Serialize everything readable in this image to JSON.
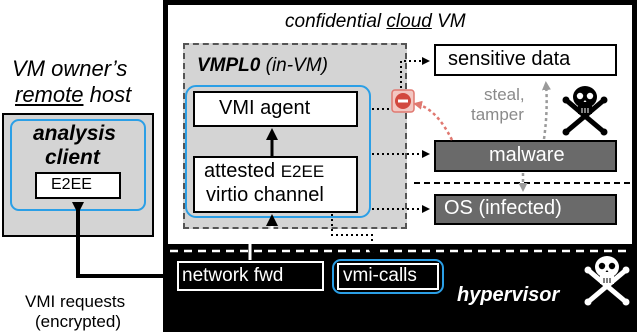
{
  "left": {
    "heading_line1": "VM owner’s",
    "heading_remote": "remote",
    "heading_host": " host",
    "client_line1": "analysis",
    "client_line2": "client",
    "e2ee": "E2EE",
    "requests_line1": "VMI requests",
    "requests_line2": "(encrypted)"
  },
  "vm": {
    "title_prefix": "confidential ",
    "title_cloud": "cloud",
    "title_suffix": " VM",
    "vmpl_label": "VMPL0",
    "vmpl_sub": " (in-VM)",
    "vmi_agent": "VMI agent",
    "channel_line1": "attested ",
    "channel_e2ee": "E2EE",
    "channel_line2": "virtio channel",
    "sensitive_data": "sensitive data",
    "malware": "malware",
    "os": "OS (infected)",
    "steal_line1": "steal,",
    "steal_line2": "tamper"
  },
  "hypervisor": {
    "network_fwd": "network fwd",
    "vmi_calls": "vmi-calls",
    "label": "hypervisor"
  },
  "colors": {
    "gray_fill": "#d4d4d4",
    "dark_box": "#6a6a6a",
    "blue_outline": "#2b9fe6",
    "block_red": "#e07870",
    "block_dot": "#d2483e",
    "steal_arrow": "#9a9a9a"
  }
}
